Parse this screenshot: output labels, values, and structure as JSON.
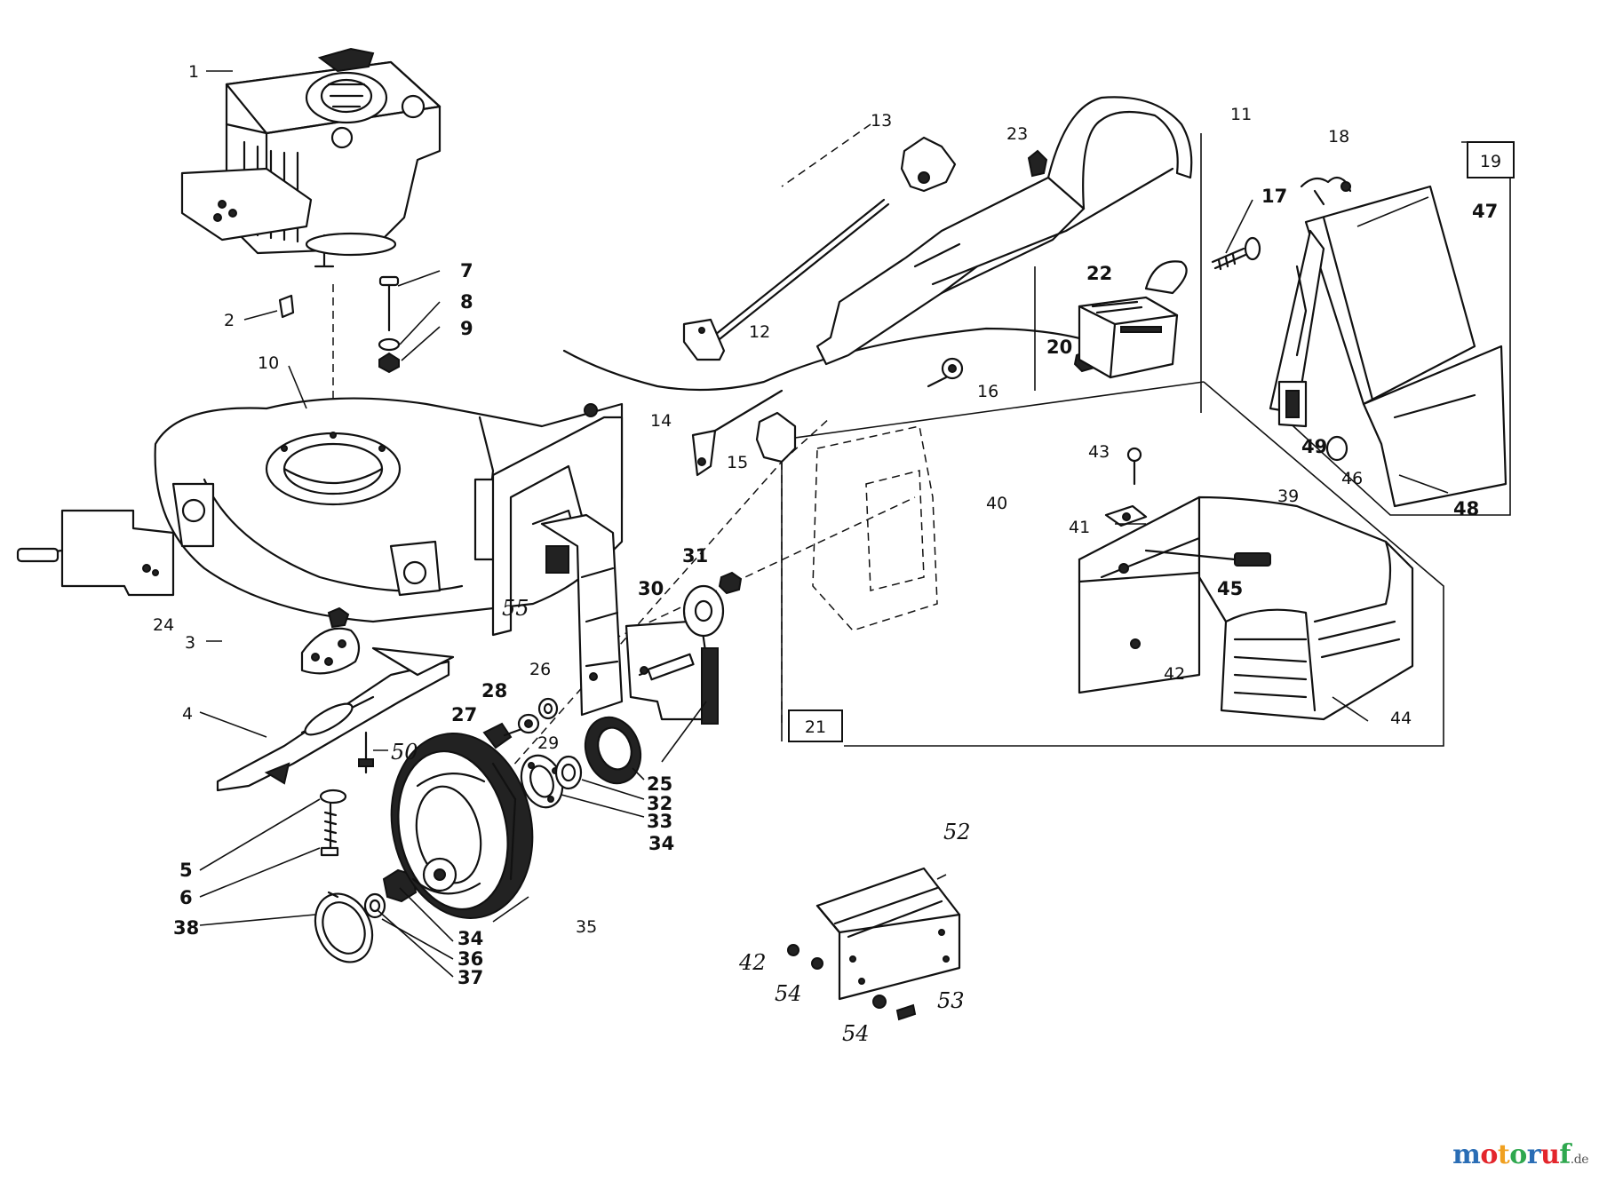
{
  "diagram": {
    "part_labels": [
      "1",
      "2",
      "3",
      "4",
      "5",
      "6",
      "7",
      "8",
      "9",
      "10",
      "11",
      "12",
      "13",
      "14",
      "15",
      "16",
      "17",
      "18",
      "19",
      "20",
      "21",
      "22",
      "23",
      "24",
      "25",
      "26",
      "27",
      "28",
      "29",
      "30",
      "31",
      "32",
      "33",
      "34",
      "34",
      "35",
      "36",
      "37",
      "38",
      "39",
      "40",
      "41",
      "42",
      "42",
      "43",
      "44",
      "45",
      "46",
      "47",
      "48",
      "49",
      "50",
      "52",
      "53",
      "54",
      "54",
      "55"
    ]
  },
  "watermark": {
    "brand": "motoruf",
    "tld": ".de",
    "letter_colors": [
      "#2a6db5",
      "#e3262c",
      "#f0a020",
      "#2fa84f",
      "#2a6db5",
      "#e3262c",
      "#2fa84f"
    ]
  }
}
